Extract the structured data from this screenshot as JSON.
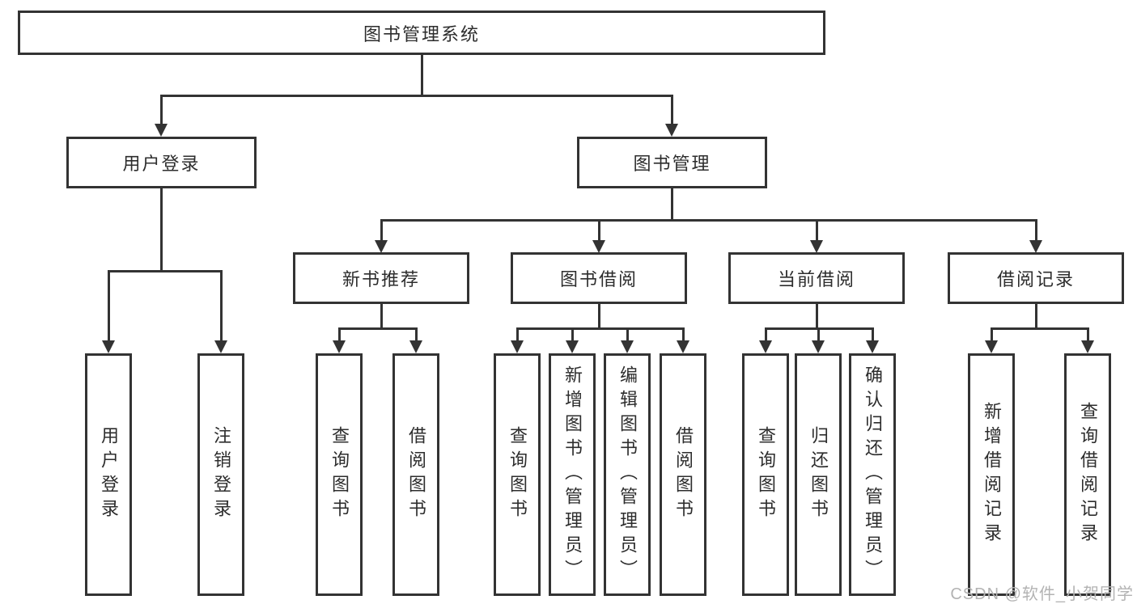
{
  "root": {
    "label": "图书管理系统"
  },
  "branches": [
    {
      "label": "用户登录",
      "children": [
        {
          "label": "用户登录"
        },
        {
          "label": "注销登录"
        }
      ]
    },
    {
      "label": "图书管理",
      "children": [
        {
          "label": "新书推荐",
          "children": [
            {
              "label": "查询图书"
            },
            {
              "label": "借阅图书"
            }
          ]
        },
        {
          "label": "图书借阅",
          "children": [
            {
              "label": "查询图书"
            },
            {
              "label": "新增图书（管理员）"
            },
            {
              "label": "编辑图书（管理员）"
            },
            {
              "label": "借阅图书"
            }
          ]
        },
        {
          "label": "当前借阅",
          "children": [
            {
              "label": "查询图书"
            },
            {
              "label": "归还图书"
            },
            {
              "label": "确认归还（管理员）"
            }
          ]
        },
        {
          "label": "借阅记录",
          "children": [
            {
              "label": "新增借阅记录"
            },
            {
              "label": "查询借阅记录"
            }
          ]
        }
      ]
    }
  ],
  "watermark": {
    "text": "CSDN @软件_小贺同学"
  },
  "colors": {
    "line": "#333333",
    "text": "#2d2d2d",
    "watermark": "#b3b3b3",
    "background": "#ffffff"
  }
}
